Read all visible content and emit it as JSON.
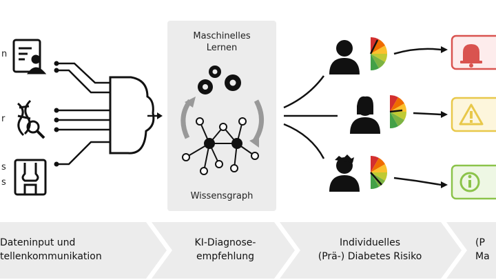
{
  "ml_panel": {
    "title_line1": "Maschinelles",
    "title_line2": "Lernen",
    "footer": "Wissensgraph"
  },
  "left_labels": [
    "n",
    "r",
    "s",
    "s"
  ],
  "stages": [
    {
      "line1": "Dateninput und",
      "line2": "tellenkommunikation"
    },
    {
      "line1": "KI-Diagnose-",
      "line2": "empfehlung"
    },
    {
      "line1": "Individuelles",
      "line2": "(Prä-) Diabetes  Risiko"
    },
    {
      "line1": "(P",
      "line2": "Ma"
    }
  ],
  "colors": {
    "stage_bg": "#ececec",
    "panel_bg": "#ececec",
    "alert_red": "#d9534f",
    "warn_yellow": "#e8c84a",
    "info_green": "#8bc34a"
  },
  "icons": [
    "document-person-icon",
    "dna-search-icon",
    "knee-xray-icon",
    "ai-brain-icon",
    "gears-icon",
    "knowledge-graph-icon",
    "alarm-bell-icon",
    "warning-icon",
    "info-icon"
  ]
}
